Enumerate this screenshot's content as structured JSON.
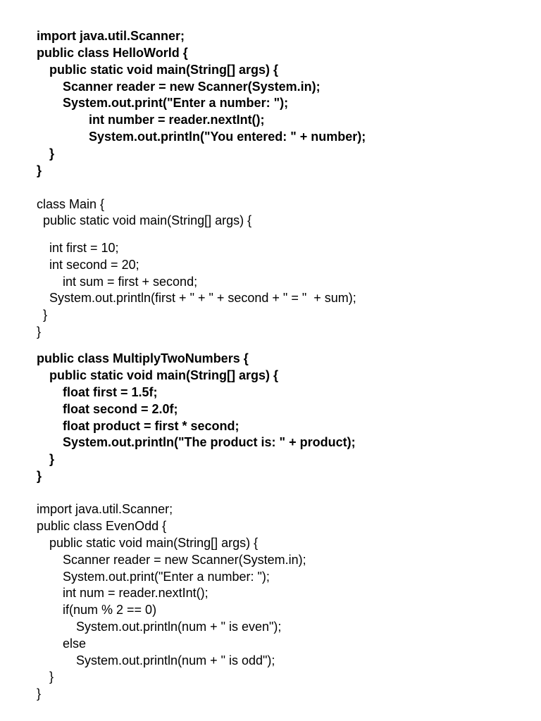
{
  "blocks": [
    {
      "name": "hello-world-block",
      "lines": [
        "import java.util.Scanner;",
        "public class HelloWorld {",
        "public static void main(String[] args) {",
        "Scanner reader = new Scanner(System.in);",
        "System.out.print(\"Enter a number: \");",
        "int number = reader.nextInt();",
        "System.out.println(\"You entered: \" + number);",
        "}",
        "}"
      ]
    },
    {
      "name": "main-sum-block",
      "lines": [
        "class Main {",
        "public static void main(String[] args) {",
        "int first = 10;",
        "int second = 20;",
        "int sum = first + second;",
        "System.out.println(first + \" + \" + second + \" = \"  + sum);",
        "}",
        "}"
      ]
    },
    {
      "name": "multiply-two-numbers-block",
      "lines": [
        "public class MultiplyTwoNumbers {",
        "public static void main(String[] args) {",
        "float first = 1.5f;",
        "float second = 2.0f;",
        "float product = first * second;",
        "System.out.println(\"The product is: \" + product);",
        "}",
        "}"
      ]
    },
    {
      "name": "even-odd-block",
      "lines": [
        "import java.util.Scanner;",
        "public class EvenOdd {",
        "public static void main(String[] args) {",
        "Scanner reader = new Scanner(System.in);",
        "System.out.print(\"Enter a number: \");",
        "int num = reader.nextInt();",
        "if(num % 2 == 0)",
        "System.out.println(num + \" is even\");",
        "else",
        "System.out.println(num + \" is odd\");",
        "}",
        "}"
      ]
    }
  ]
}
